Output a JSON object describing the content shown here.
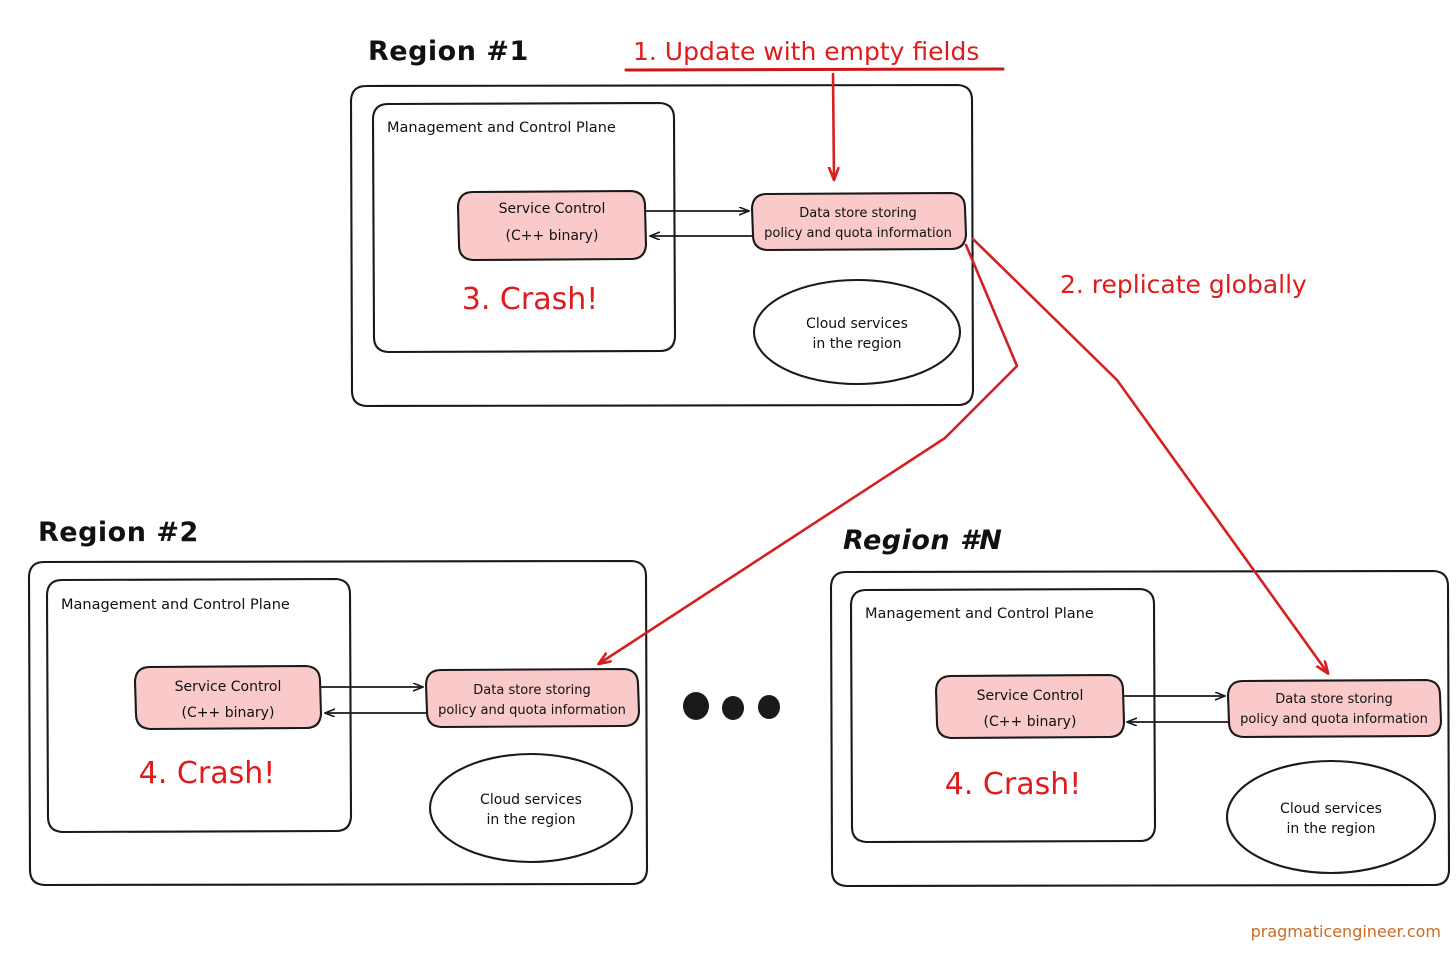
{
  "diagram": {
    "watermark": "pragmaticengineer.com",
    "colors": {
      "pink_fill": "#fac9c9",
      "red_accent": "#d42020",
      "outline": "#1a1a1a",
      "watermark": "#cc6a22"
    },
    "annotations": [
      {
        "id": "step1",
        "text": "1. Update with empty fields"
      },
      {
        "id": "step2",
        "text": "2. replicate globally"
      }
    ],
    "ellipsis": "• • •",
    "regions": [
      {
        "id": "region-1",
        "title": "Region #1",
        "plane_label": "Management and Control Plane",
        "service_control": {
          "line1": "Service Control",
          "line2": "(C++ binary)"
        },
        "data_store": {
          "line1": "Data store storing",
          "line2": "policy and quota information"
        },
        "cloud_services": {
          "line1": "Cloud services",
          "line2": "in the region"
        },
        "crash": "3. Crash!"
      },
      {
        "id": "region-2",
        "title": "Region #2",
        "plane_label": "Management and Control Plane",
        "service_control": {
          "line1": "Service Control",
          "line2": "(C++ binary)"
        },
        "data_store": {
          "line1": "Data store storing",
          "line2": "policy and quota information"
        },
        "cloud_services": {
          "line1": "Cloud services",
          "line2": "in the region"
        },
        "crash": "4. Crash!"
      },
      {
        "id": "region-n",
        "title": "Region #N",
        "plane_label": "Management and Control Plane",
        "service_control": {
          "line1": "Service Control",
          "line2": "(C++ binary)"
        },
        "data_store": {
          "line1": "Data store storing",
          "line2": "policy and quota information"
        },
        "cloud_services": {
          "line1": "Cloud services",
          "line2": "in the region"
        },
        "crash": "4. Crash!"
      }
    ]
  }
}
